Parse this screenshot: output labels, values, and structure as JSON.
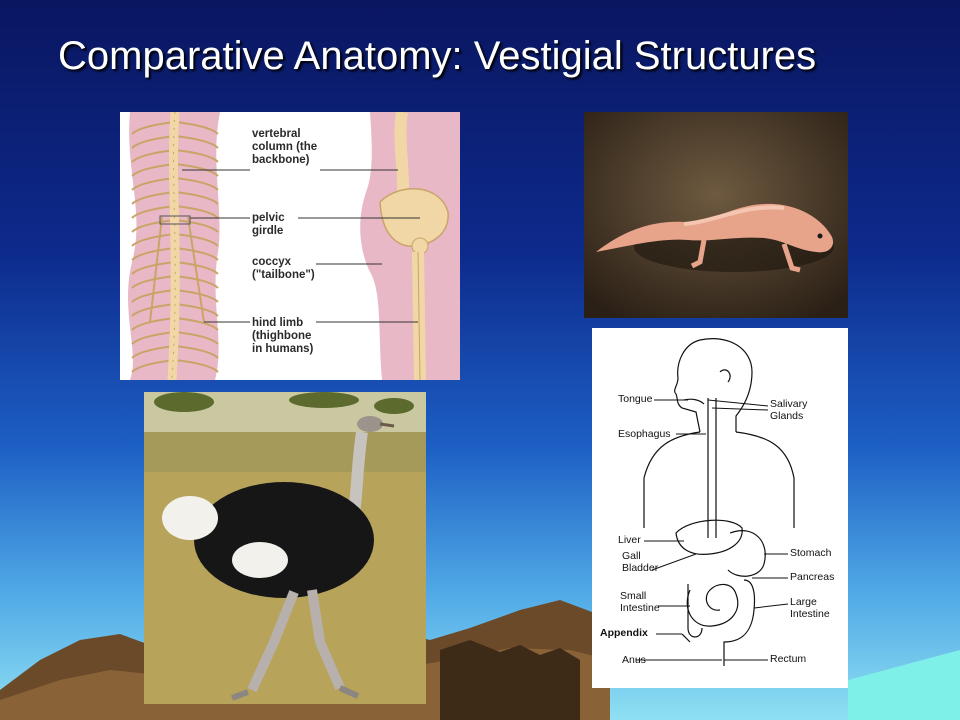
{
  "slide": {
    "title": "Comparative Anatomy: Vestigial Structures"
  },
  "skeleton_labels": {
    "vertebral": "vertebral\ncolumn (the\nbackbone)",
    "pelvic": "pelvic\ngirdle",
    "coccyx": "coccyx\n(\"tailbone\")",
    "hindlimb": "hind limb\n(thighbone\nin humans)"
  },
  "digestive_labels": {
    "tongue": "Tongue",
    "salivary": "Salivary\nGlands",
    "esophagus": "Esophagus",
    "liver": "Liver",
    "stomach": "Stomach",
    "gallbladder": "Gall\nBladder",
    "pancreas": "Pancreas",
    "small_intestine": "Small\nIntestine",
    "large_intestine": "Large\nIntestine",
    "appendix": "Appendix",
    "anus": "Anus",
    "rectum": "Rectum"
  },
  "colors": {
    "bone": "#f1d7a6",
    "bone_outline": "#c9a468",
    "skin": "#e9b8c6",
    "salamander": "#e8a48a",
    "ostrich_body": "#161616",
    "grass": "#b8a35a"
  }
}
